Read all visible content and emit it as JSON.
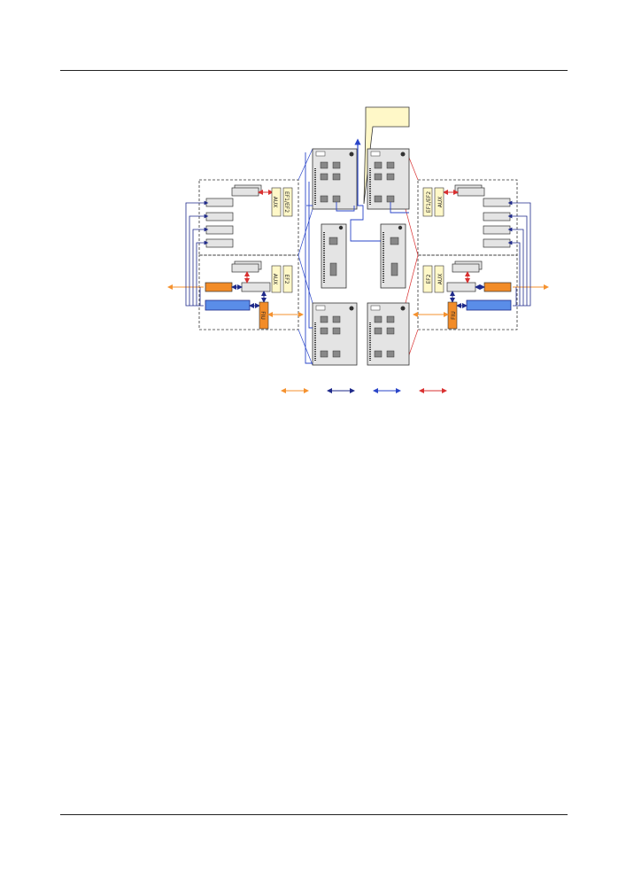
{
  "page": {
    "background": "#ffffff"
  },
  "diagram": {
    "tags": {
      "left_ef1ef2": "EF1/EF2",
      "left_aux_top": "AUX",
      "left_aux_bottom": "AUX",
      "left_ef2": "EF2",
      "left_fiu": "FIU",
      "right_ef1ef2": "EF1/EF2",
      "right_aux_top": "AUX",
      "right_aux_bottom": "AUX",
      "right_ef2": "EF2",
      "right_fiu": "FIU"
    },
    "colors": {
      "orange": "#f5922f",
      "navy": "#1f2a8a",
      "blue": "#2a45c8",
      "red": "#d93030",
      "tag_fill": "#fff8c8",
      "unit_fill": "#e4e4e4",
      "blue_unit": "#5a8de8",
      "orange_unit": "#f28c28"
    },
    "legend": [
      {
        "key": "orange",
        "color": "#f5922f"
      },
      {
        "key": "navy",
        "color": "#1f2a8a"
      },
      {
        "key": "blue",
        "color": "#2a45c8"
      },
      {
        "key": "red",
        "color": "#d93030"
      }
    ]
  }
}
